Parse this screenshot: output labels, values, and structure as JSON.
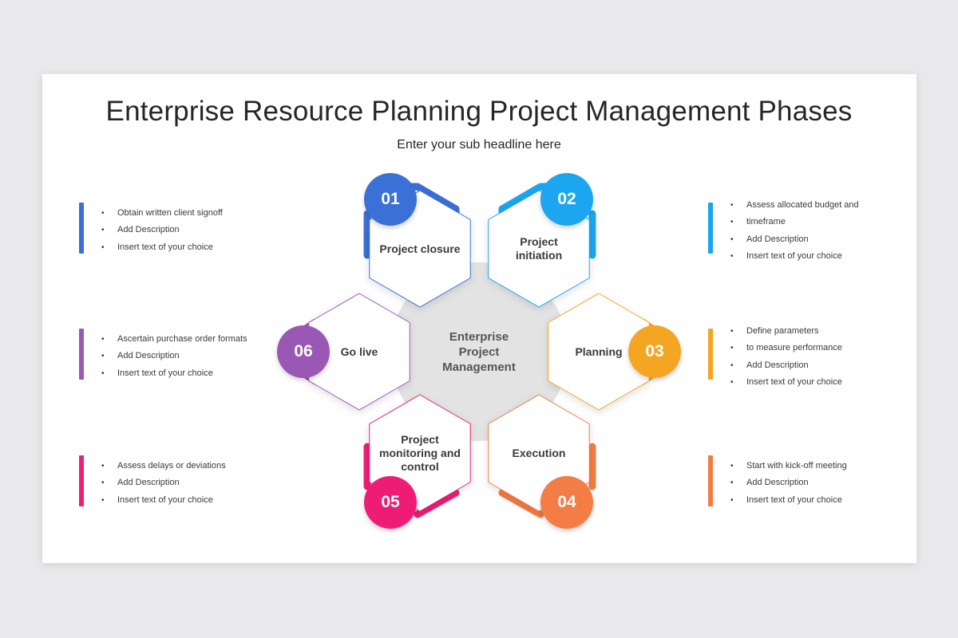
{
  "title": "Enterprise Resource Planning Project Management Phases",
  "subtitle": "Enter your sub headline here",
  "center": [
    "Enterprise",
    "Project",
    "Management"
  ],
  "phases": [
    {
      "number": "01",
      "label": [
        "Project closure"
      ],
      "color": "#3b6fd6",
      "bullets": [
        "Obtain written client signoff",
        "Add Description",
        "Insert text of your choice"
      ]
    },
    {
      "number": "02",
      "label": [
        "Project",
        "initiation"
      ],
      "color": "#1ba6f0",
      "bullets": [
        "Assess allocated budget and",
        "timeframe",
        "Add Description",
        "Insert text of your choice"
      ]
    },
    {
      "number": "03",
      "label": [
        "Planning"
      ],
      "color": "#f4a623",
      "bullets": [
        "Define parameters",
        "to measure performance",
        "Add Description",
        "Insert text of your choice"
      ]
    },
    {
      "number": "04",
      "label": [
        "Execution"
      ],
      "color": "#f47c45",
      "bullets": [
        "Start with kick-off meeting",
        "Add Description",
        "Insert text of your choice"
      ]
    },
    {
      "number": "05",
      "label": [
        "Project",
        "monitoring and",
        "control"
      ],
      "color": "#ee1f74",
      "bullets": [
        "Assess delays or deviations",
        "Add Description",
        "Insert text of your choice"
      ]
    },
    {
      "number": "06",
      "label": [
        "Go live"
      ],
      "color": "#9a59b5",
      "bullets": [
        "Ascertain purchase order formats",
        "Add Description",
        "Insert text of your choice"
      ]
    }
  ]
}
